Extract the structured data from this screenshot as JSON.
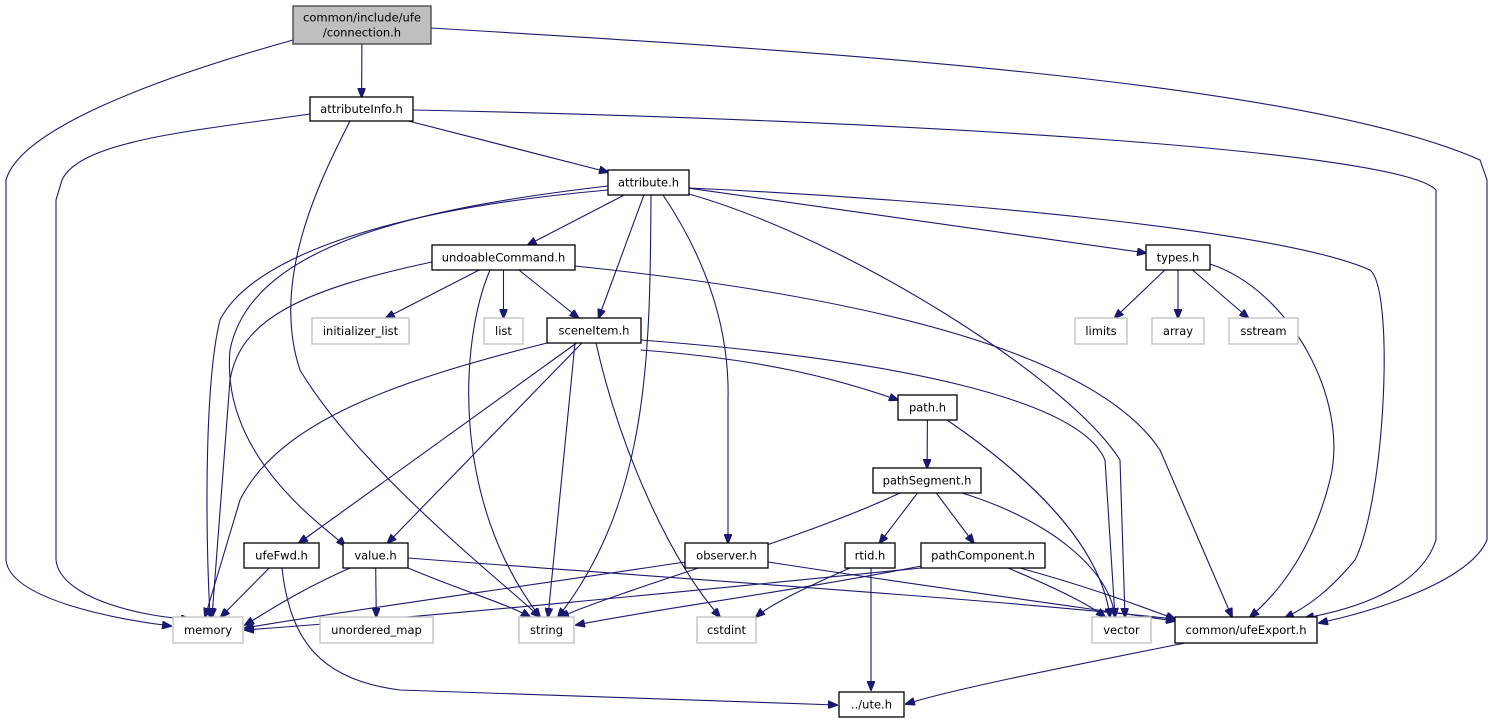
{
  "diagram": {
    "type": "include-dependency-graph",
    "root": "connection",
    "nodes": [
      {
        "id": "connection",
        "label_lines": [
          "common/include/ufe",
          "/connection.h"
        ],
        "kind": "root"
      },
      {
        "id": "attributeInfo",
        "label_lines": [
          "attributeInfo.h"
        ],
        "kind": "local"
      },
      {
        "id": "attribute",
        "label_lines": [
          "attribute.h"
        ],
        "kind": "local"
      },
      {
        "id": "undoableCommand",
        "label_lines": [
          "undoableCommand.h"
        ],
        "kind": "local"
      },
      {
        "id": "types",
        "label_lines": [
          "types.h"
        ],
        "kind": "local"
      },
      {
        "id": "initializer_list",
        "label_lines": [
          "initializer_list"
        ],
        "kind": "system"
      },
      {
        "id": "list",
        "label_lines": [
          "list"
        ],
        "kind": "system"
      },
      {
        "id": "sceneItem",
        "label_lines": [
          "sceneItem.h"
        ],
        "kind": "local"
      },
      {
        "id": "limits",
        "label_lines": [
          "limits"
        ],
        "kind": "system"
      },
      {
        "id": "array",
        "label_lines": [
          "array"
        ],
        "kind": "system"
      },
      {
        "id": "sstream",
        "label_lines": [
          "sstream"
        ],
        "kind": "system"
      },
      {
        "id": "path",
        "label_lines": [
          "path.h"
        ],
        "kind": "local"
      },
      {
        "id": "pathSegment",
        "label_lines": [
          "pathSegment.h"
        ],
        "kind": "local"
      },
      {
        "id": "ufeFwd",
        "label_lines": [
          "ufeFwd.h"
        ],
        "kind": "local"
      },
      {
        "id": "value",
        "label_lines": [
          "value.h"
        ],
        "kind": "local"
      },
      {
        "id": "observer",
        "label_lines": [
          "observer.h"
        ],
        "kind": "local"
      },
      {
        "id": "rtid",
        "label_lines": [
          "rtid.h"
        ],
        "kind": "local"
      },
      {
        "id": "pathComponent",
        "label_lines": [
          "pathComponent.h"
        ],
        "kind": "local"
      },
      {
        "id": "memory",
        "label_lines": [
          "memory"
        ],
        "kind": "system"
      },
      {
        "id": "unordered_map",
        "label_lines": [
          "unordered_map"
        ],
        "kind": "system"
      },
      {
        "id": "string",
        "label_lines": [
          "string"
        ],
        "kind": "system"
      },
      {
        "id": "cstdint",
        "label_lines": [
          "cstdint"
        ],
        "kind": "system"
      },
      {
        "id": "vector",
        "label_lines": [
          "vector"
        ],
        "kind": "system"
      },
      {
        "id": "ufeExport",
        "label_lines": [
          "common/ufeExport.h"
        ],
        "kind": "local"
      },
      {
        "id": "ute",
        "label_lines": [
          "../ute.h"
        ],
        "kind": "local"
      }
    ],
    "edges": [
      [
        "connection",
        "attributeInfo"
      ],
      [
        "connection",
        "memory"
      ],
      [
        "connection",
        "ufeExport"
      ],
      [
        "attributeInfo",
        "attribute"
      ],
      [
        "attributeInfo",
        "memory"
      ],
      [
        "attributeInfo",
        "string"
      ],
      [
        "attributeInfo",
        "ufeExport"
      ],
      [
        "attribute",
        "undoableCommand"
      ],
      [
        "attribute",
        "sceneItem"
      ],
      [
        "attribute",
        "types"
      ],
      [
        "attribute",
        "value"
      ],
      [
        "attribute",
        "observer"
      ],
      [
        "attribute",
        "memory"
      ],
      [
        "attribute",
        "string"
      ],
      [
        "attribute",
        "vector"
      ],
      [
        "attribute",
        "ufeExport"
      ],
      [
        "undoableCommand",
        "initializer_list"
      ],
      [
        "undoableCommand",
        "list"
      ],
      [
        "undoableCommand",
        "sceneItem"
      ],
      [
        "undoableCommand",
        "memory"
      ],
      [
        "undoableCommand",
        "string"
      ],
      [
        "undoableCommand",
        "ufeExport"
      ],
      [
        "types",
        "limits"
      ],
      [
        "types",
        "array"
      ],
      [
        "types",
        "sstream"
      ],
      [
        "types",
        "ufeExport"
      ],
      [
        "sceneItem",
        "path"
      ],
      [
        "sceneItem",
        "ufeFwd"
      ],
      [
        "sceneItem",
        "value"
      ],
      [
        "sceneItem",
        "memory"
      ],
      [
        "sceneItem",
        "string"
      ],
      [
        "sceneItem",
        "cstdint"
      ],
      [
        "sceneItem",
        "vector"
      ],
      [
        "path",
        "pathSegment"
      ],
      [
        "path",
        "vector"
      ],
      [
        "pathSegment",
        "rtid"
      ],
      [
        "pathSegment",
        "pathComponent"
      ],
      [
        "pathSegment",
        "string"
      ],
      [
        "pathSegment",
        "vector"
      ],
      [
        "ufeFwd",
        "memory"
      ],
      [
        "ufeFwd",
        "ute"
      ],
      [
        "value",
        "memory"
      ],
      [
        "value",
        "unordered_map"
      ],
      [
        "value",
        "string"
      ],
      [
        "value",
        "ufeExport"
      ],
      [
        "observer",
        "memory"
      ],
      [
        "observer",
        "ufeExport"
      ],
      [
        "rtid",
        "cstdint"
      ],
      [
        "rtid",
        "ute"
      ],
      [
        "pathComponent",
        "memory"
      ],
      [
        "pathComponent",
        "string"
      ],
      [
        "pathComponent",
        "vector"
      ],
      [
        "pathComponent",
        "ufeExport"
      ],
      [
        "ufeExport",
        "ute"
      ]
    ]
  },
  "colors": {
    "edge": "#191970",
    "root_fill": "#bfbfbf",
    "root_border": "#404040",
    "local_border": "#000000",
    "system_border": "#bfbfbf"
  }
}
